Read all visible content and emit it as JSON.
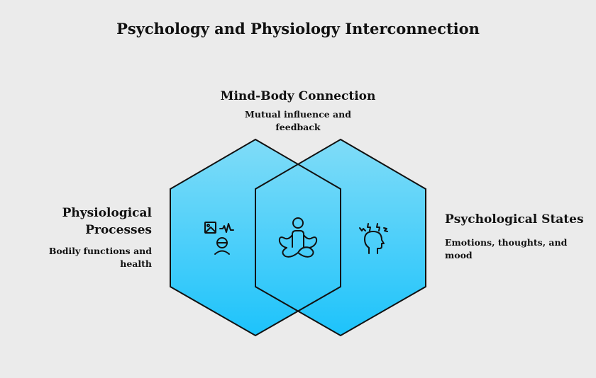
{
  "title": "Psychology and Physiology Interconnection",
  "center": {
    "heading": "Mind-Body Connection",
    "description": "Mutual influence and feedback",
    "icon": "meditation-icon"
  },
  "left": {
    "heading": "Physiological Processes",
    "description": "Bodily functions and health",
    "icon": "body-monitor-icon"
  },
  "right": {
    "heading": "Psychological States",
    "description": "Emotions, thoughts, and mood",
    "icon": "stressed-head-icon"
  },
  "colors": {
    "background": "#ebebeb",
    "hex_top": "#7fdcf8",
    "hex_bottom": "#1ec4fb",
    "stroke": "#111111"
  }
}
